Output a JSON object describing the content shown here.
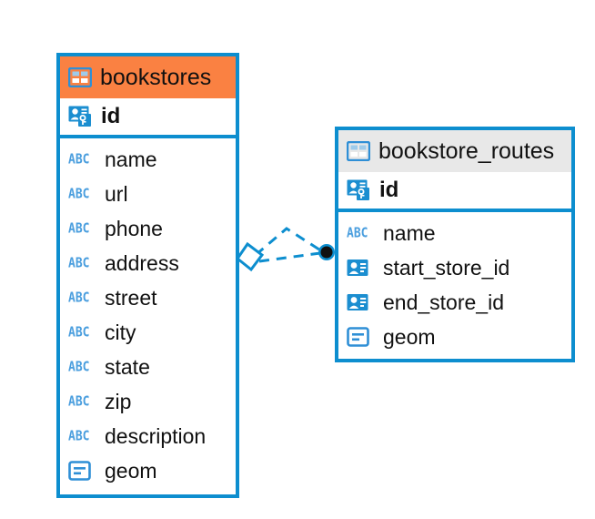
{
  "diagram": {
    "type": "entity-relationship-diagram",
    "background_color": "#ffffff",
    "accent_color": "#0d8ecf",
    "highlight_color": "#fa8142",
    "header_gray": "#e8e8e8"
  },
  "tables": [
    {
      "name": "bookstores",
      "header_style": "orange",
      "table_icon": "table-icon",
      "primary_key": {
        "label": "id",
        "icon": "primary-key-icon"
      },
      "fields": [
        {
          "label": "name",
          "icon": "abc-icon",
          "type_marker": "ABC"
        },
        {
          "label": "url",
          "icon": "abc-icon",
          "type_marker": "ABC"
        },
        {
          "label": "phone",
          "icon": "abc-icon",
          "type_marker": "ABC"
        },
        {
          "label": "address",
          "icon": "abc-icon",
          "type_marker": "ABC"
        },
        {
          "label": "street",
          "icon": "abc-icon",
          "type_marker": "ABC"
        },
        {
          "label": "city",
          "icon": "abc-icon",
          "type_marker": "ABC"
        },
        {
          "label": "state",
          "icon": "abc-icon",
          "type_marker": "ABC"
        },
        {
          "label": "zip",
          "icon": "abc-icon",
          "type_marker": "ABC"
        },
        {
          "label": "description",
          "icon": "abc-icon",
          "type_marker": "ABC"
        },
        {
          "label": "geom",
          "icon": "geometry-icon",
          "type_marker": ""
        }
      ]
    },
    {
      "name": "bookstore_routes",
      "header_style": "gray",
      "table_icon": "table-icon",
      "primary_key": {
        "label": "id",
        "icon": "primary-key-icon"
      },
      "fields": [
        {
          "label": "name",
          "icon": "abc-icon",
          "type_marker": "ABC"
        },
        {
          "label": "start_store_id",
          "icon": "foreign-key-icon",
          "type_marker": ""
        },
        {
          "label": "end_store_id",
          "icon": "foreign-key-icon",
          "type_marker": ""
        },
        {
          "label": "geom",
          "icon": "geometry-icon",
          "type_marker": ""
        }
      ]
    }
  ],
  "relationship": {
    "source_endpoint_icon": "diamond-endpoint-icon",
    "target_endpoint_icon": "filled-circle-endpoint-icon",
    "line_style": "dashed",
    "line_color": "#0d8ecf"
  }
}
